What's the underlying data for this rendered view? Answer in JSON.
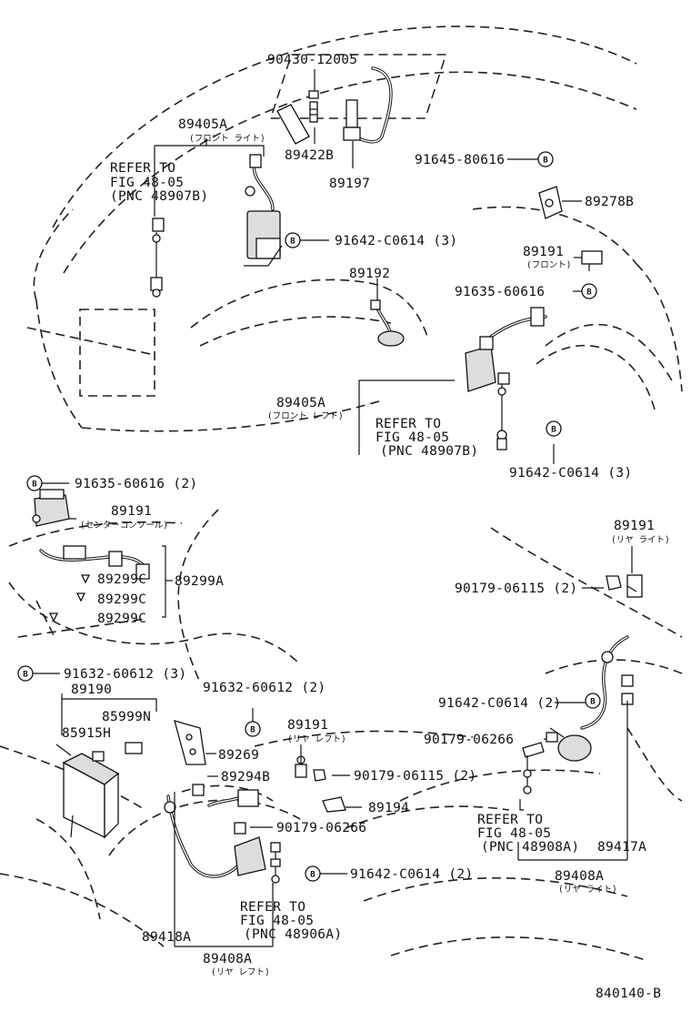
{
  "badge_letter": "B",
  "labels": {
    "p90430": "90430-12005",
    "p89405a_top": "89405A",
    "p89405a_top_sub": "(フロント ライト)",
    "refer1_l1": "REFER TO",
    "refer1_l2": "FIG 48-05",
    "refer1_l3": "(PNC 48907B)",
    "p89422b": "89422B",
    "p89197": "89197",
    "p91645": "91645-80616",
    "p89278b": "89278B",
    "p91642_top": "91642-C0614 (3)",
    "p89191_front": "89191",
    "p89191_front_sub": "(フロント)",
    "p89192": "89192",
    "p91635_right": "91635-60616",
    "p89405a_left": "89405A",
    "p89405a_left_sub": "(フロント レフト)",
    "refer2_l1": "REFER TO",
    "refer2_l2": "FIG 48-05",
    "refer2_l3": "(PNC 48907B)",
    "p91642_mid": "91642-C0614 (3)",
    "p91635_left": "91635-60616 (2)",
    "p89191_center": "89191",
    "p89191_center_sub": "(センターコンソール)",
    "p89299c_1": "89299C",
    "p89299c_2": "89299C",
    "p89299c_3": "89299C",
    "p89299a": "89299A",
    "p91632_left": "91632-60612 (3)",
    "p89190": "89190",
    "p85999n": "85999N",
    "p85915h": "85915H",
    "p91632_mid": "91632-60612 (2)",
    "p89269": "89269",
    "p89294b": "89294B",
    "p89191_rl": "89191",
    "p89191_rl_sub": "(リヤ レフト)",
    "p90179_06115_mid": "90179-06115 (2)",
    "p89194": "89194",
    "p90179_06266_mid": "90179-06266",
    "p91642_bot": "91642-C0614 (2)",
    "refer3_l1": "REFER TO",
    "refer3_l2": "FIG 48-05",
    "refer3_l3": "(PNC 48906A)",
    "p89418a": "89418A",
    "p89408a_left": "89408A",
    "p89408a_left_sub": "(リヤ レフト)",
    "p89191_rr": "89191",
    "p89191_rr_sub": "(リヤ ライト)",
    "p90179_06115_right": "90179-06115 (2)",
    "p91642_right": "91642-C0614 (2)",
    "p90179_06266_right": "90179-06266",
    "refer4_l1": "REFER TO",
    "refer4_l2": "FIG 48-05",
    "refer4_l3": "(PNC 48908A)",
    "p89417a": "89417A",
    "p89408a_right": "89408A",
    "p89408a_right_sub": "(リヤ ライト)",
    "figure_code": "840140-B"
  }
}
